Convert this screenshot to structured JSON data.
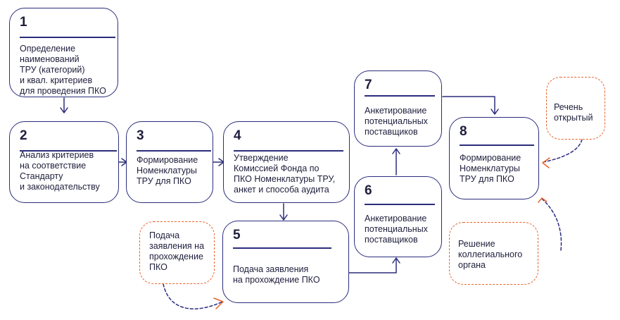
{
  "colors": {
    "box_border": "#2b2d7c",
    "note_border": "#e8632a",
    "text": "#1e1e3c"
  },
  "steps": [
    {
      "number": "1",
      "text": "Определение\nнаименований\nТРУ (категорий)\nи квал. критериев\nдля проведения ПКО"
    },
    {
      "number": "2",
      "text": "Анализ критериев\nна соответствие\nСтандарту\nи законодательству"
    },
    {
      "number": "3",
      "text": "Формирование\nНоменклатуры\nТРУ для ПКО"
    },
    {
      "number": "4",
      "text": "Утверждение\nКомиссией Фонда по\nПКО Номенклатуры ТРУ,\nанкет и способа  аудита"
    },
    {
      "number": "5",
      "text": "Подача заявления\nна прохождение ПКО"
    },
    {
      "number": "6",
      "text": "Анкетирование\nпотенциальных\nпоставщиков"
    },
    {
      "number": "7",
      "text": "Анкетирование\nпотенциальных\nпоставщиков"
    },
    {
      "number": "8",
      "text": "Формирование\nНоменклатуры\nТРУ для ПКО"
    }
  ],
  "notes": {
    "application": "Подача\nзаявления на\nпрохождение\nПКО",
    "open_list": "Речень\nоткрытый",
    "collegial": "Решение\nколлегиального\nоргана"
  }
}
